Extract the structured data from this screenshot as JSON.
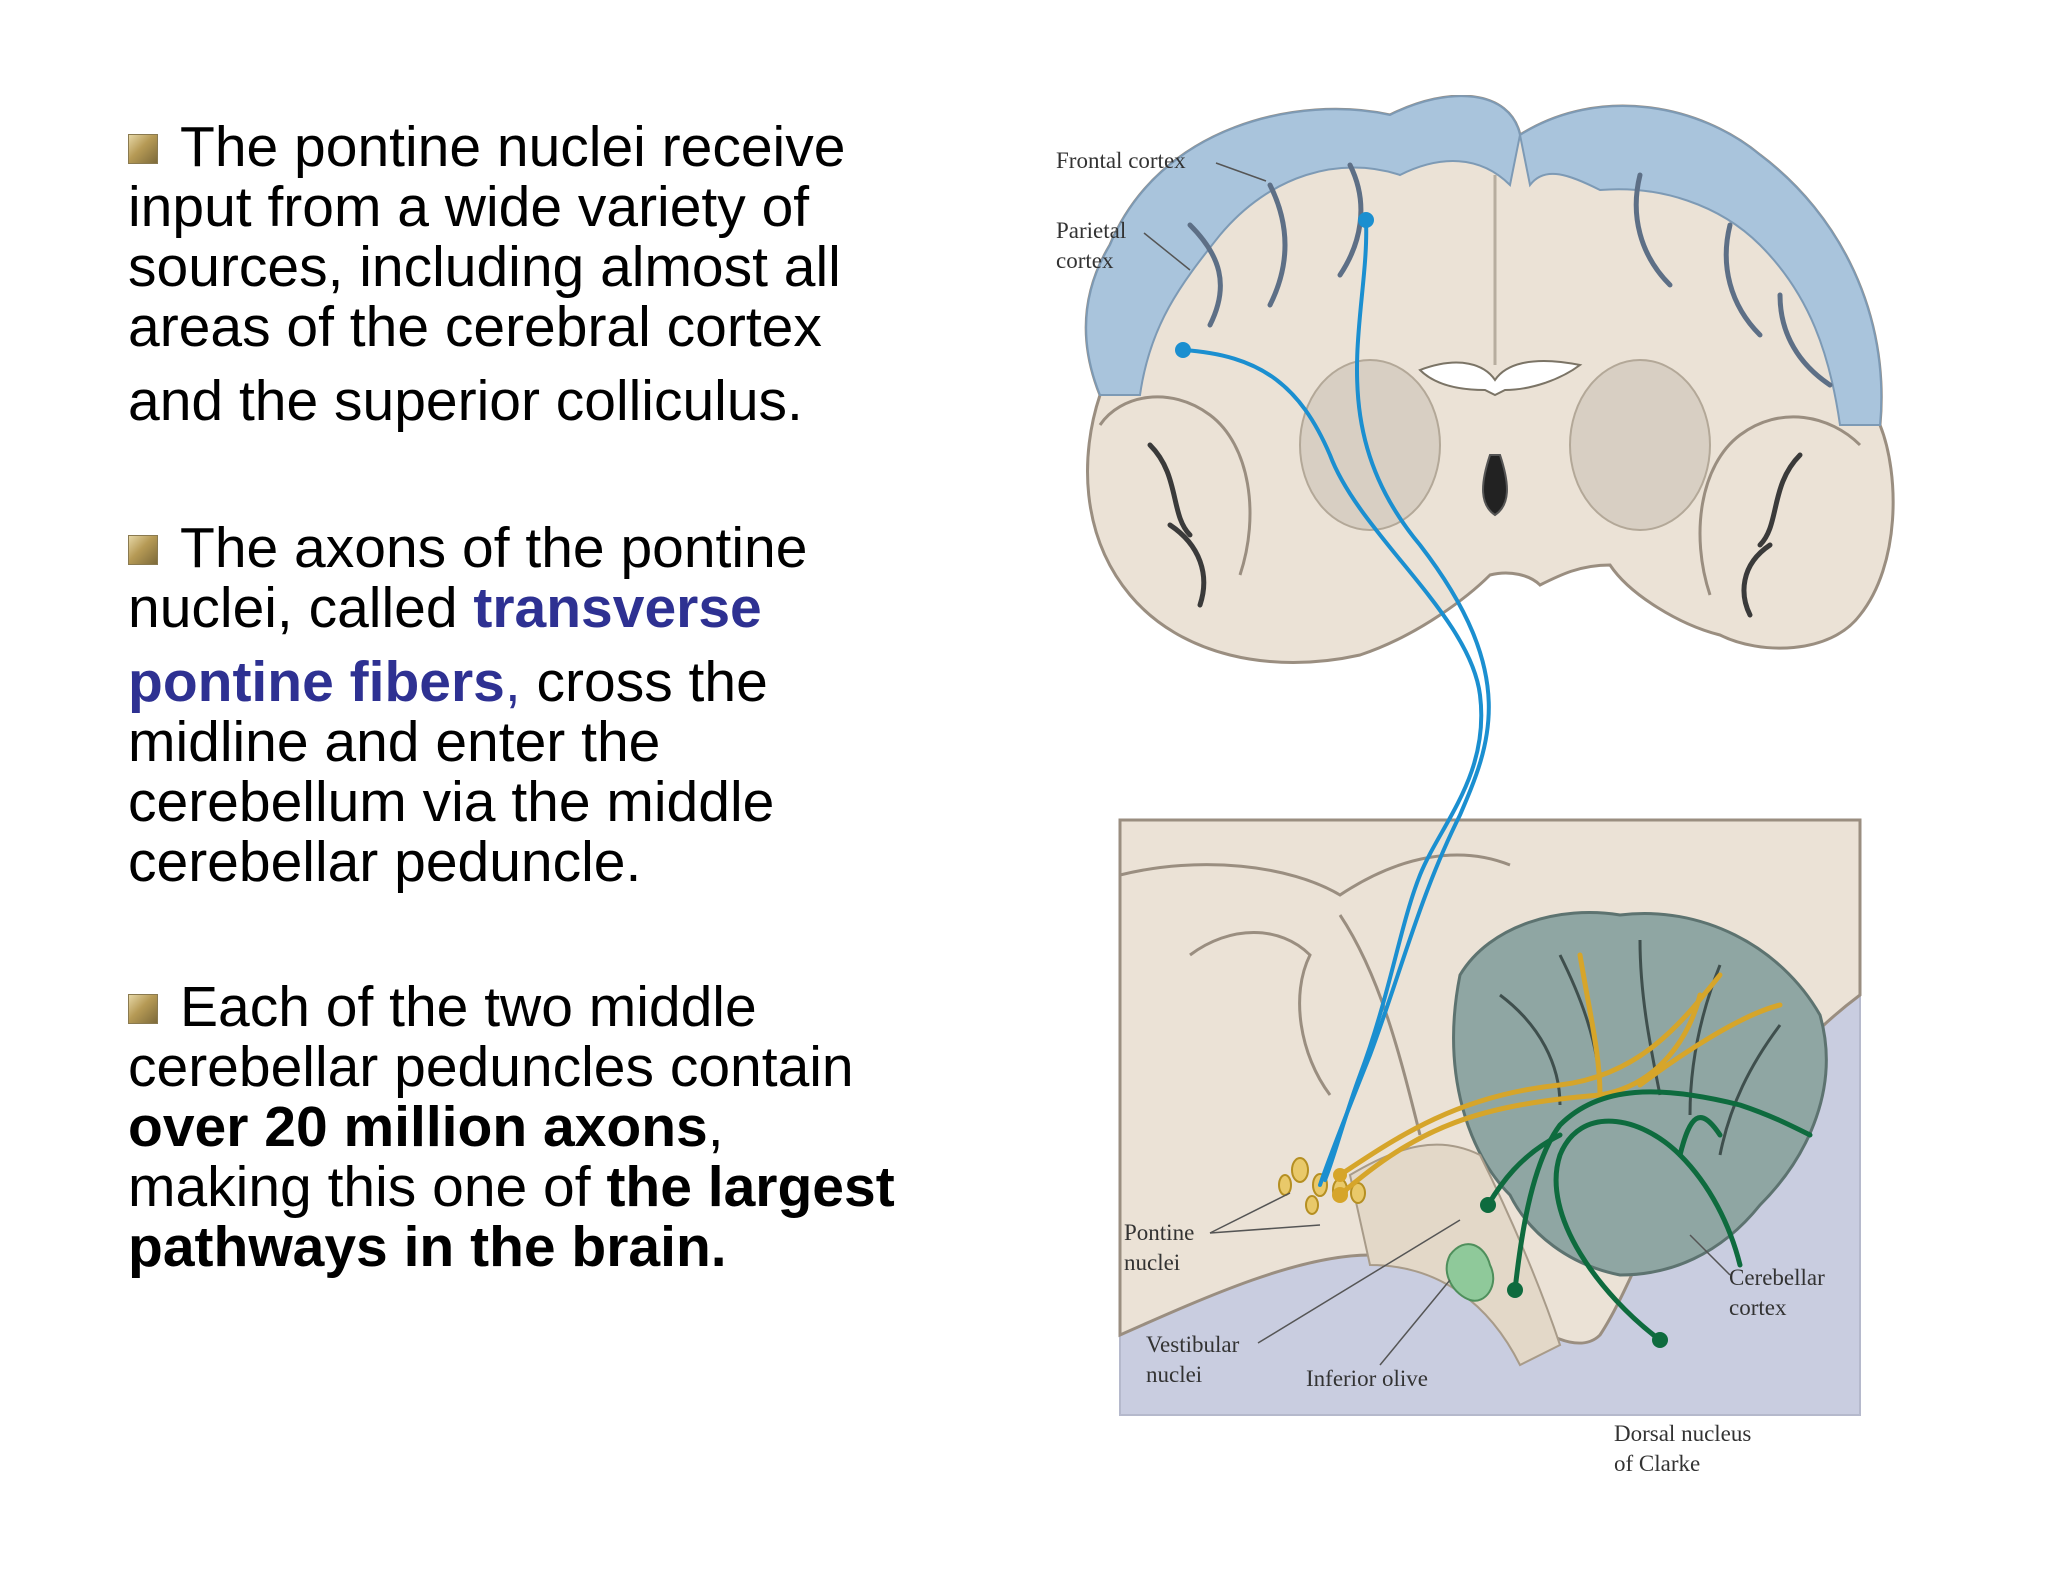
{
  "paragraphs": [
    {
      "l1": "The pontine nuclei receive",
      "l2": "input from a wide variety of",
      "l3": "sources, including almost all",
      "l4": "areas of the cerebral cortex",
      "l5": "and the superior colliculus."
    },
    {
      "l1": "The axons of the pontine",
      "l2a": "nuclei, called ",
      "l2b": "transverse",
      "l3a": "pontine fibers",
      "l3b": ",",
      "l3c": " cross the",
      "l4": "midline and enter the",
      "l5": "cerebellum via the middle",
      "l6": "cerebellar peduncle."
    },
    {
      "l1": "Each of the two middle",
      "l2": "cerebellar peduncles contain",
      "l3a": "over 20 million axons",
      "l3b": ",",
      "l4a": "making this one of ",
      "l4b": "the largest",
      "l5": "pathways in the brain."
    }
  ],
  "figure": {
    "labels": {
      "frontal_cortex": "Frontal cortex",
      "parietal_1": "Parietal",
      "parietal_2": "cortex",
      "pontine_1": "Pontine",
      "pontine_2": "nuclei",
      "vestibular_1": "Vestibular",
      "vestibular_2": "nuclei",
      "inferior_olive": "Inferior olive",
      "cerebellar_1": "Cerebellar",
      "cerebellar_2": "cortex",
      "dorsal_1": "Dorsal nucleus",
      "dorsal_2": "of Clarke"
    },
    "colors": {
      "cortex_gray_matter": "#a9c4dc",
      "brain_tissue": "#ebe2d6",
      "cerebellum": "#8fa6a3",
      "pathway_blue": "#1b8fd0",
      "pathway_gold": "#d6a52a",
      "pathway_green": "#0e6b3e",
      "background_panel": "#c9cde0"
    }
  }
}
